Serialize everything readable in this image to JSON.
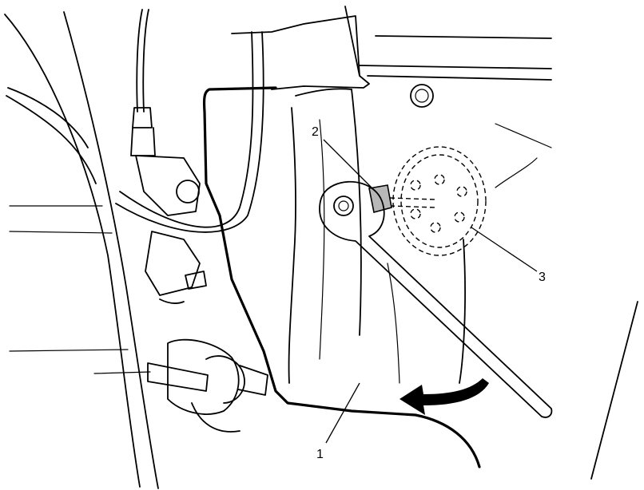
{
  "callouts": [
    {
      "id": "1",
      "label": "1"
    },
    {
      "id": "2",
      "label": "2"
    },
    {
      "id": "3",
      "label": "3"
    }
  ],
  "colors": {
    "line": "#000000",
    "background": "#ffffff",
    "highlight": "#b8b8b8"
  },
  "icons": {
    "rotation_arrow": "curved-arrow-icon"
  }
}
